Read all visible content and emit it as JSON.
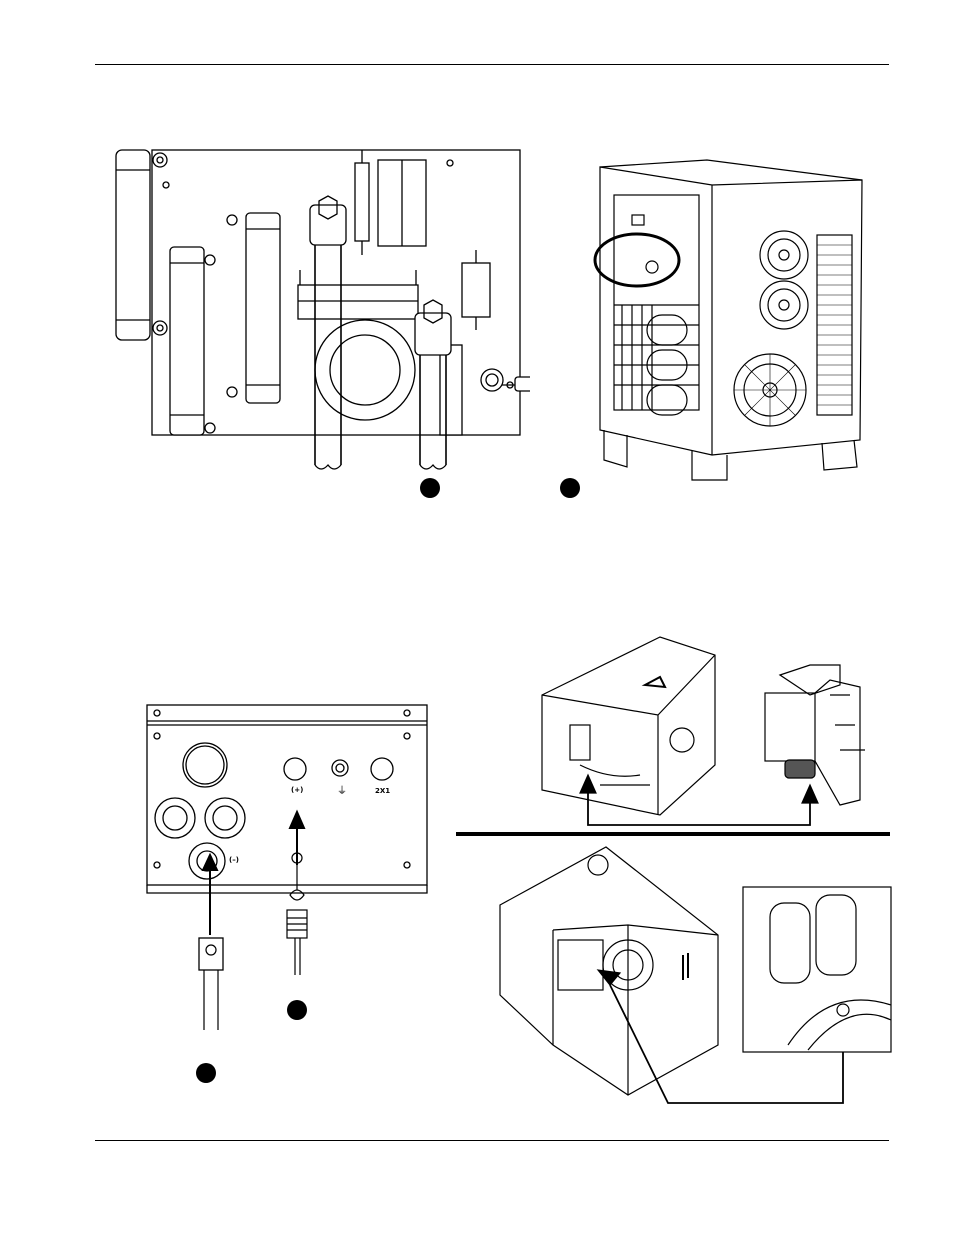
{
  "page": {
    "top_rule": true,
    "bottom_rule": true
  },
  "panel_labels": {
    "positive": "(+)",
    "negative": "(–)",
    "terminal": "2X1"
  },
  "callouts": [
    {
      "id": "callout-1"
    },
    {
      "id": "callout-2"
    },
    {
      "id": "callout-3"
    },
    {
      "id": "callout-4"
    }
  ],
  "icons": [
    "ground-icon",
    "torch-icon",
    "coolant-in-icon",
    "coolant-out-icon"
  ],
  "colors": {
    "ink": "#000000",
    "paper": "#ffffff"
  }
}
